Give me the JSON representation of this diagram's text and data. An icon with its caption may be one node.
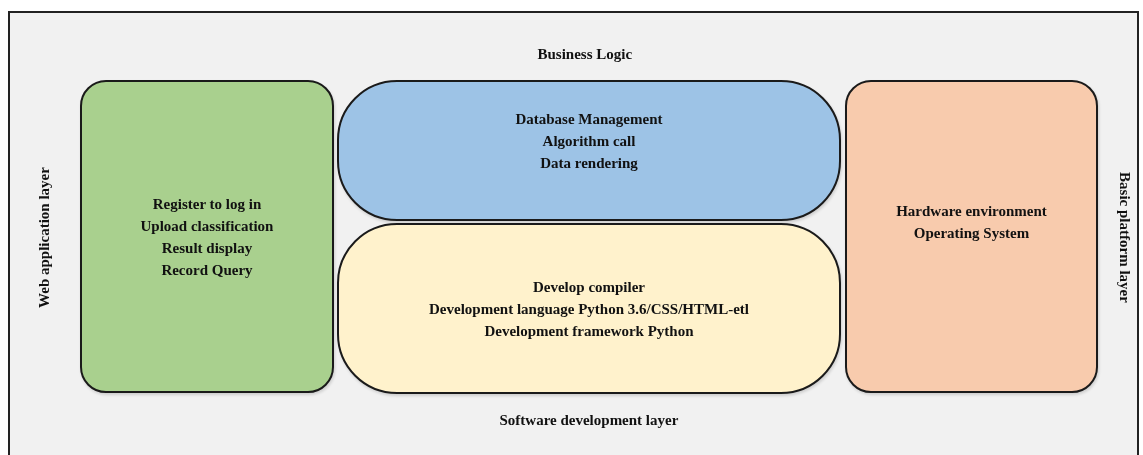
{
  "diagram": {
    "nodes": [
      {
        "text": [
          "Register to log in",
          "Upload classification",
          "Result display",
          "Record Query"
        ]
      },
      {
        "text": [
          "Database Management",
          "Algorithm call",
          "Data rendering"
        ]
      },
      {
        "text": [
          "Develop compiler",
          "Development language Python 3.6/CSS/HTML-etl",
          "Development framework Python"
        ]
      },
      {
        "text": [
          "Hardware environment",
          "Operating System"
        ]
      }
    ],
    "labels": [
      "Business Logic",
      "Web application layer",
      "Basic platform layer",
      "Software development layer"
    ]
  }
}
